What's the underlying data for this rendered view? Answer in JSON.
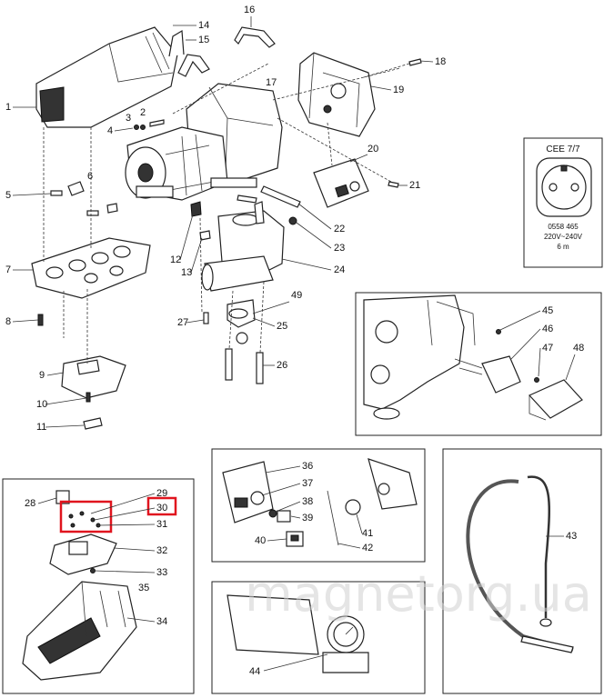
{
  "callouts": [
    "1",
    "2",
    "3",
    "4",
    "5",
    "6",
    "7",
    "8",
    "9",
    "10",
    "11",
    "12",
    "13",
    "14",
    "15",
    "16",
    "17",
    "18",
    "19",
    "20",
    "21",
    "22",
    "23",
    "24",
    "25",
    "26",
    "27",
    "28",
    "29",
    "30",
    "31",
    "32",
    "33",
    "34",
    "35",
    "36",
    "37",
    "38",
    "39",
    "40",
    "41",
    "42",
    "43",
    "44",
    "45",
    "46",
    "47",
    "48",
    "49"
  ],
  "plug_inset": {
    "title": "CEE 7/7",
    "part_number": "0558 465",
    "voltage": "220V~240V",
    "length": "6 m"
  },
  "highlight_callout": "30",
  "highlight_color": "#e0141e",
  "watermark": "magnetorg.ua"
}
